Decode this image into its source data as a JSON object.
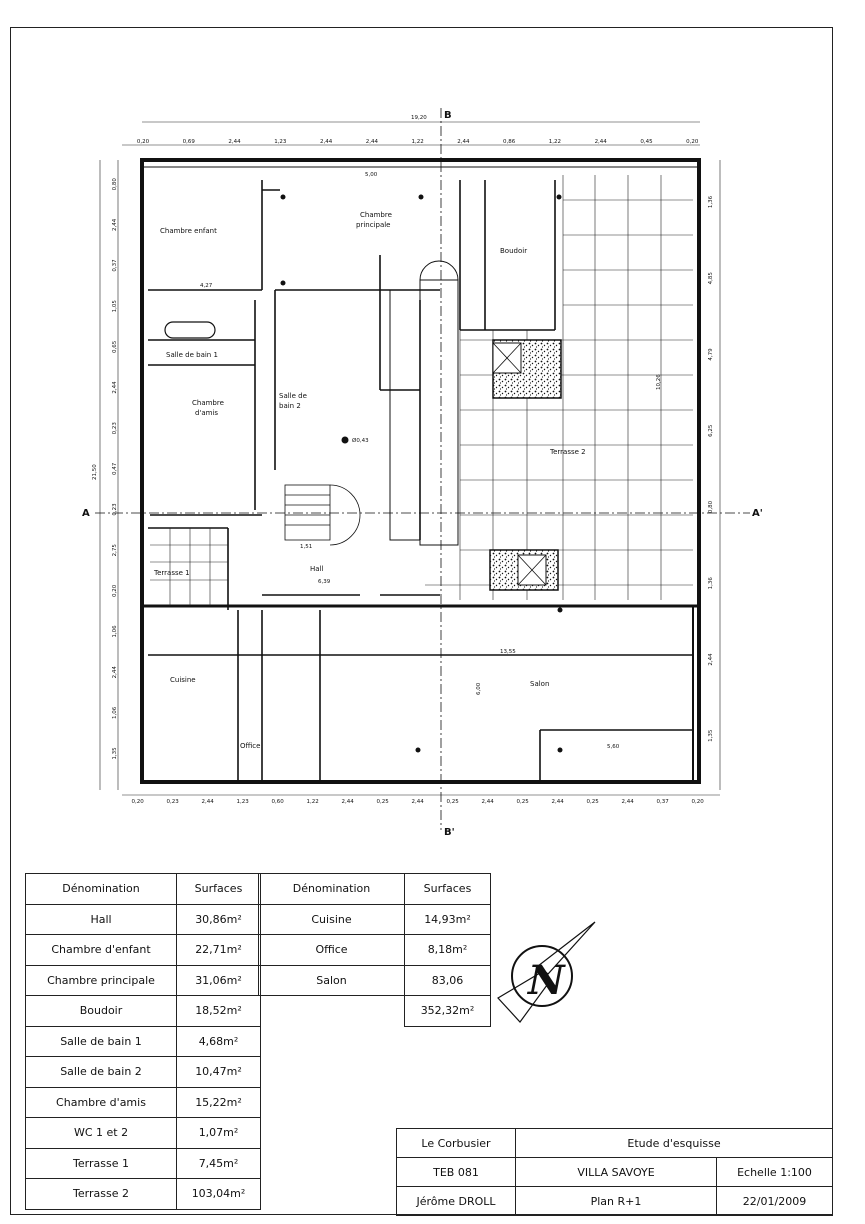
{
  "rooms": {
    "chambre_enfant": "Chambre enfant",
    "chambre_principale_1": "Chambre",
    "chambre_principale_2": "principale",
    "boudoir": "Boudoir",
    "salle_de_bain_1": "Salle de bain 1",
    "salle_de_bain_2_1": "Salle de",
    "salle_de_bain_2_2": "bain 2",
    "chambre_amis_1": "Chambre",
    "chambre_amis_2": "d'amis",
    "terrasse_2": "Terrasse 2",
    "terrasse_1": "Terrasse 1",
    "hall": "Hall",
    "cuisine": "Cuisine",
    "office": "Office",
    "salon": "Salon"
  },
  "axes": {
    "a_left": "A",
    "a_right": "A'",
    "b_top": "B",
    "b_bottom": "B'"
  },
  "dimensions": {
    "overall_width": "19,20",
    "overall_height": "21,50",
    "hall_width": "6,39",
    "salon_width": "13,55",
    "salon_height": "6,00",
    "salon_inner": "5,60",
    "terrasse2_height": "10,26",
    "chambre_enfant_width": "4,27",
    "chambre_principale_width": "5,00",
    "stair_width": "1,51",
    "diam": "Ø0,43",
    "top_dims": [
      "0,20",
      "0,69",
      "2,44",
      "1,23",
      "2,44",
      "2,44",
      "1,22",
      "2,44",
      "0,86",
      "1,22",
      "2,44",
      "0,45",
      "0,20"
    ],
    "bottom_dims": [
      "0,20",
      "0,23",
      "2,44",
      "1,23",
      "0,60",
      "1,22",
      "2,44",
      "0,25",
      "2,44",
      "0,25",
      "2,44",
      "0,25",
      "2,44",
      "0,25",
      "2,44",
      "0,37",
      "0,20"
    ],
    "left_dims": [
      "0,80",
      "2,44",
      "0,37",
      "1,05",
      "0,65",
      "2,44",
      "0,23",
      "0,47",
      "0,23",
      "2,75",
      "0,20",
      "1,06",
      "2,44",
      "1,06",
      "1,35"
    ],
    "right_dims": [
      "1,36",
      "4,85",
      "4,79",
      "6,25",
      "0,80",
      "1,36",
      "2,44",
      "1,35"
    ]
  },
  "table_left": {
    "header": [
      "Dénomination",
      "Surfaces"
    ],
    "rows": [
      [
        "Hall",
        "30,86m²"
      ],
      [
        "Chambre d'enfant",
        "22,71m²"
      ],
      [
        "Chambre principale",
        "31,06m²"
      ],
      [
        "Boudoir",
        "18,52m²"
      ],
      [
        "Salle de bain 1",
        "4,68m²"
      ],
      [
        "Salle de bain 2",
        "10,47m²"
      ],
      [
        "Chambre d'amis",
        "15,22m²"
      ],
      [
        "WC 1 et 2",
        "1,07m²"
      ],
      [
        "Terrasse 1",
        "7,45m²"
      ],
      [
        "Terrasse 2",
        "103,04m²"
      ]
    ]
  },
  "table_mid": {
    "header": [
      "Dénomination",
      "Surfaces"
    ],
    "rows": [
      [
        "Cuisine",
        "14,93m²"
      ],
      [
        "Office",
        "8,18m²"
      ],
      [
        "Salon",
        "83,06"
      ]
    ],
    "total": "352,32m²"
  },
  "title_block": {
    "architect": "Le Corbusier",
    "study": "Etude d'esquisse",
    "code": "TEB 081",
    "project": "VILLA SAVOYE",
    "scale": "Echelle 1:100",
    "author": "Jérôme DROLL",
    "sheet": "Plan R+1",
    "date": "22/01/2009"
  },
  "north_symbol": "N"
}
